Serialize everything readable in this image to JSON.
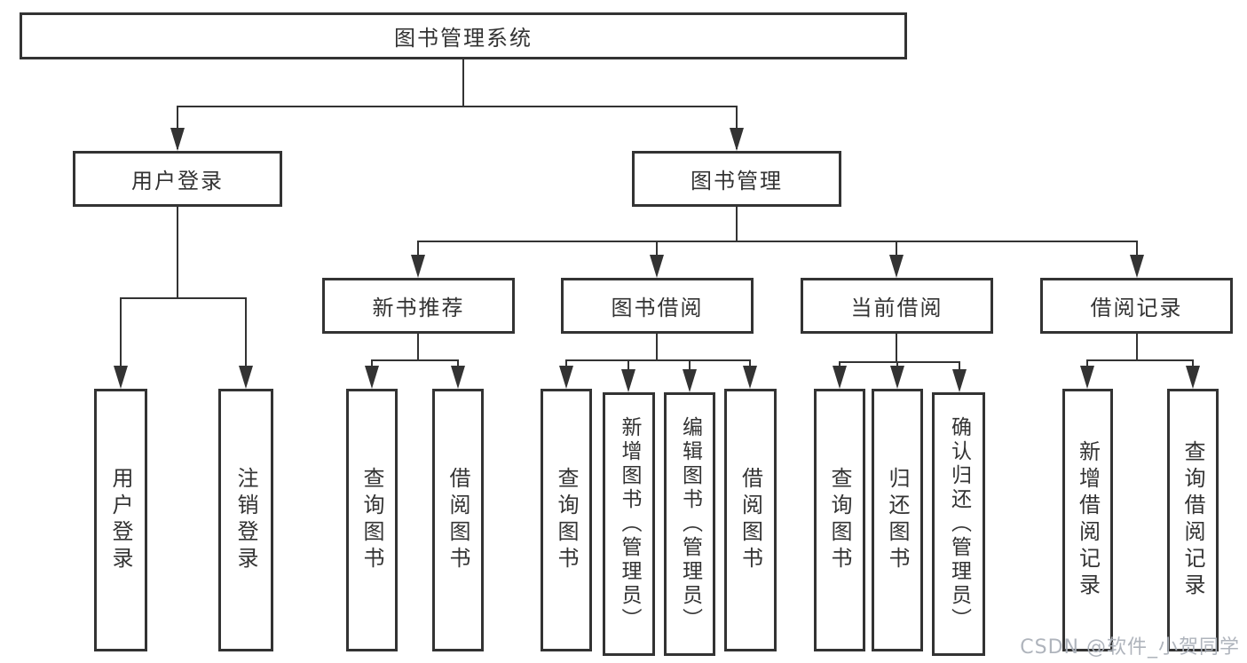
{
  "diagram": {
    "root": {
      "label": "图书管理系统"
    },
    "level2": {
      "user_login": {
        "label": "用户登录"
      },
      "book_mgmt": {
        "label": "图书管理"
      }
    },
    "level3": {
      "new_books": {
        "label": "新书推荐"
      },
      "book_borrow": {
        "label": "图书借阅"
      },
      "current_borrow": {
        "label": "当前借阅"
      },
      "borrow_records": {
        "label": "借阅记录"
      }
    },
    "leaves": {
      "user_login": {
        "label": "用户登录"
      },
      "logout": {
        "label": "注销登录"
      },
      "nb_query": {
        "label": "查询图书"
      },
      "nb_borrow": {
        "label": "借阅图书"
      },
      "bb_query": {
        "label": "查询图书"
      },
      "bb_add": {
        "label": "新增图书（管理员）"
      },
      "bb_edit": {
        "label": "编辑图书（管理员）"
      },
      "bb_borrow": {
        "label": "借阅图书"
      },
      "cb_query": {
        "label": "查询图书"
      },
      "cb_return": {
        "label": "归还图书"
      },
      "cb_confirm": {
        "label": "确认归还（管理员）"
      },
      "br_add": {
        "label": "新增借阅记录"
      },
      "br_query": {
        "label": "查询借阅记录"
      }
    }
  },
  "watermark": {
    "text": "CSDN @软件_小贺同学"
  },
  "colors": {
    "line": "#333333",
    "box_border": "#333333",
    "text": "#333333",
    "watermark": "#abb0b8",
    "background": "#ffffff"
  }
}
